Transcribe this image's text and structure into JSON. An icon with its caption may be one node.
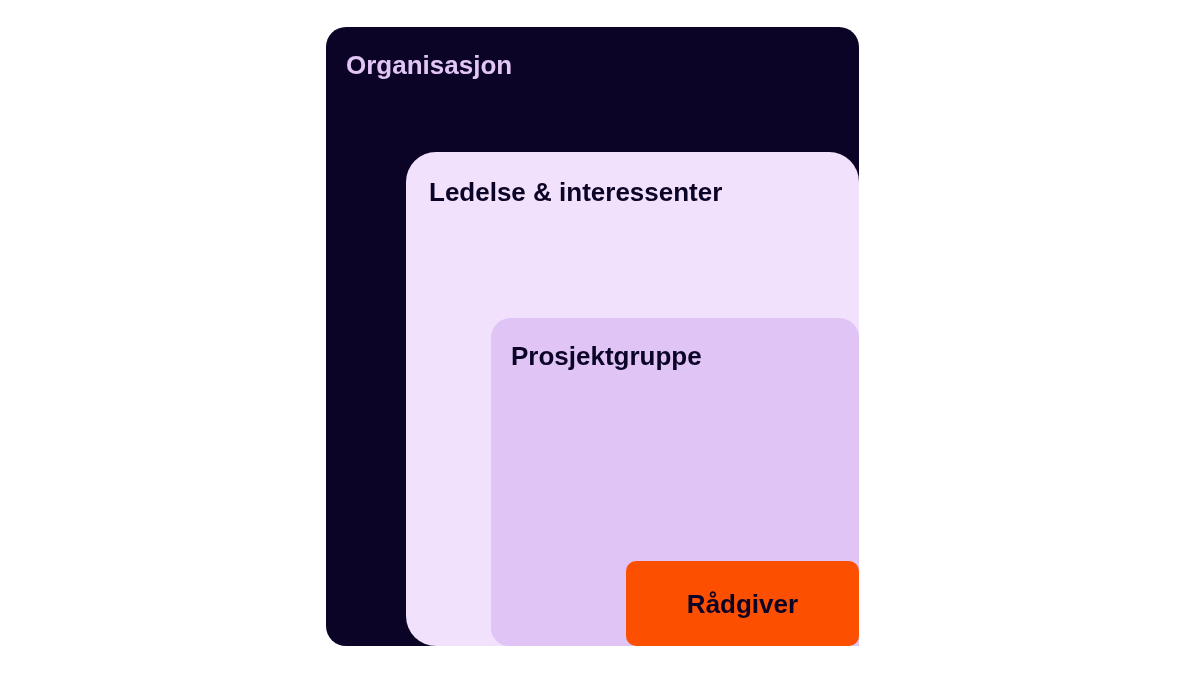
{
  "diagram": {
    "nodes": [
      {
        "text": [
          "Organisasjon"
        ]
      },
      {
        "text": [
          "Ledelse & interessenter"
        ],
        "in": 0
      },
      {
        "text": [
          "Prosjektgruppe"
        ],
        "in": 1
      },
      {
        "text": [
          "Rådgiver"
        ],
        "in": 2
      }
    ]
  }
}
